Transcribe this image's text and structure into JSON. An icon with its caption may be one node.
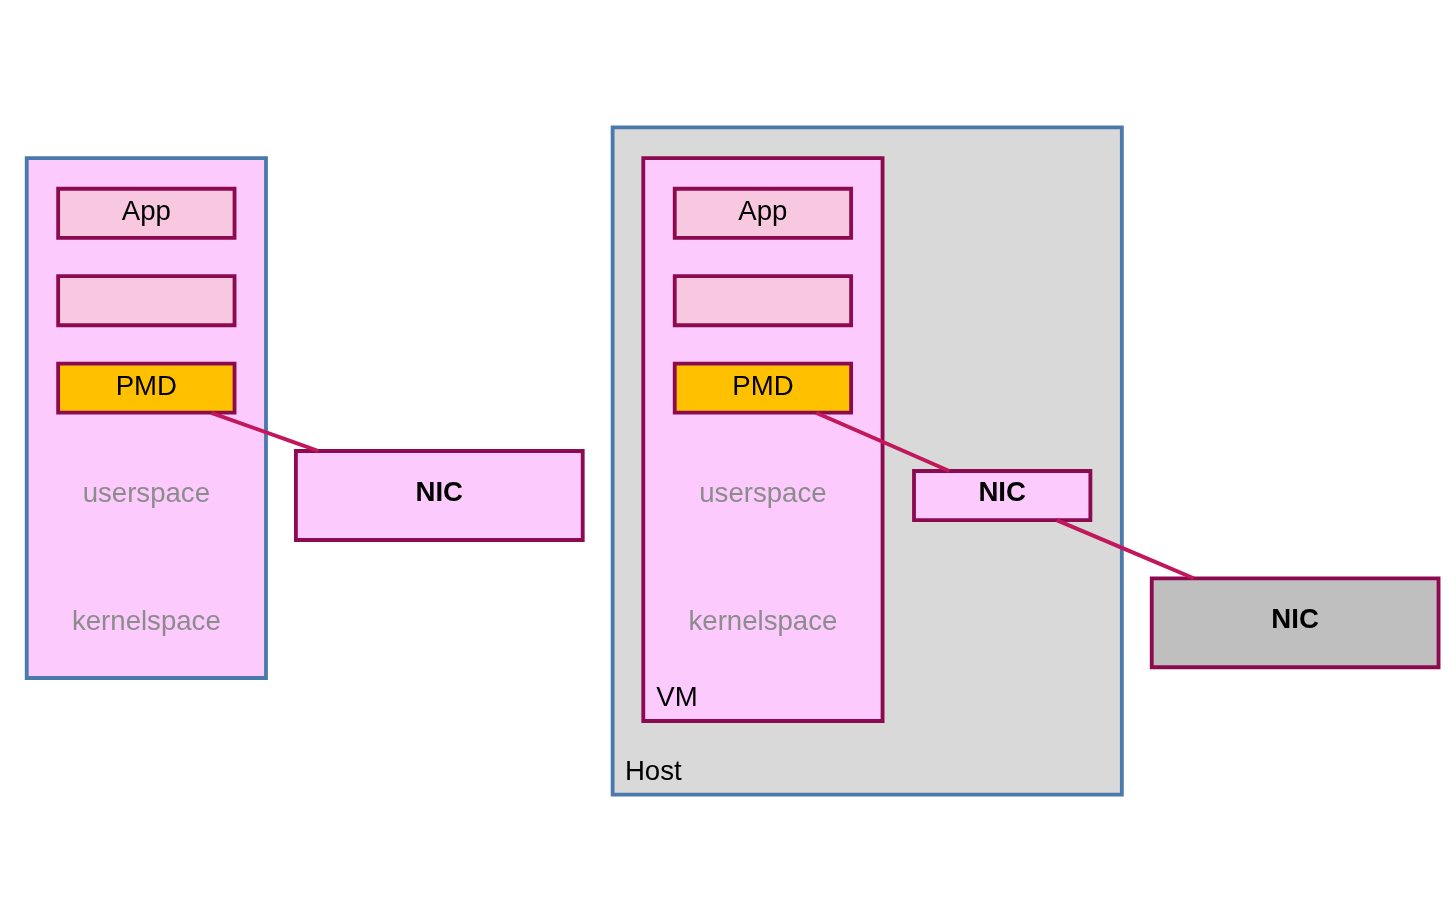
{
  "diagram": {
    "nodes": [
      {
        "text": [],
        "shape": "box"
      },
      {
        "text": [
          "App"
        ],
        "in": 0
      },
      {
        "text": [],
        "shape": "box",
        "in": 0
      },
      {
        "text": [
          "PMD"
        ],
        "in": 0
      },
      {
        "text": [
          "NIC"
        ]
      },
      {
        "text": [
          "Host"
        ]
      },
      {
        "text": [
          "VM"
        ],
        "in": 5
      },
      {
        "text": [
          "App"
        ],
        "in": 6
      },
      {
        "text": [],
        "shape": "box",
        "in": 6
      },
      {
        "text": [
          "PMD"
        ],
        "in": 6
      },
      {
        "text": [
          "NIC"
        ],
        "in": 5
      },
      {
        "text": [
          "NIC"
        ]
      }
    ],
    "edges": [
      {
        "from": 3,
        "to": 4,
        "arrow": "none"
      },
      {
        "from": 9,
        "to": 10,
        "arrow": "none"
      },
      {
        "from": 10,
        "to": 11,
        "arrow": "none"
      }
    ],
    "labels": [
      "userspace",
      "kernelspace",
      "userspace",
      "kernelspace"
    ]
  }
}
